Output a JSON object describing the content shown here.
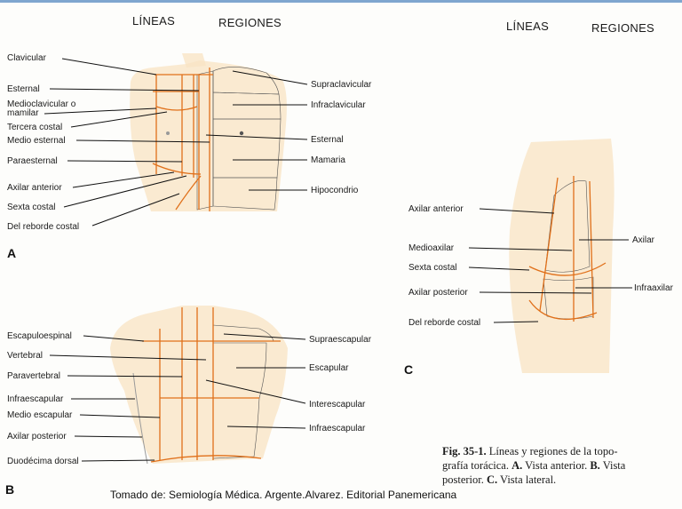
{
  "panel_a": {
    "headers": {
      "lines": "LÍNEAS",
      "regions": "REGIONES"
    },
    "letter": "A",
    "lines_labels": [
      "Clavicular",
      "Esternal",
      "Medioclavicular o",
      "mamilar",
      "Tercera costal",
      "Medio esternal",
      "Paraesternal",
      "Axilar anterior",
      "Sexta costal",
      "Del reborde costal"
    ],
    "region_labels": [
      "Supraclavicular",
      "Infraclavicular",
      "Esternal",
      "Mamaria",
      "Hipocondrio"
    ]
  },
  "panel_b": {
    "letter": "B",
    "lines_labels": [
      "Escapuloespinal",
      "Vertebral",
      "Paravertebral",
      "Infraescapular",
      "Medio escapular",
      "Axilar posterior",
      "Duodécima dorsal"
    ],
    "region_labels": [
      "Supraescapular",
      "Escapular",
      "Interescapular",
      "Infraescapular"
    ]
  },
  "panel_c": {
    "headers": {
      "lines": "LÍNEAS",
      "regions": "REGIONES"
    },
    "letter": "C",
    "lines_labels": [
      "Axilar anterior",
      "Medioaxilar",
      "Sexta costal",
      "Axilar posterior",
      "Del reborde costal"
    ],
    "region_labels": [
      "Axilar",
      "Infraaxilar"
    ]
  },
  "caption": {
    "fig_label": "Fig. 35-1.",
    "text_1": " Líneas y regiones de la topo-",
    "text_2": "grafía torácica. ",
    "a": "A.",
    "a_text": " Vista anterior. ",
    "b": "B.",
    "b_text_1": " Vista",
    "b_text_2": "posterior. ",
    "c": "C.",
    "c_text": " Vista lateral."
  },
  "credit": "Tomado de: Semiología Médica. Argente.Alvarez. Editorial Panemericana"
}
